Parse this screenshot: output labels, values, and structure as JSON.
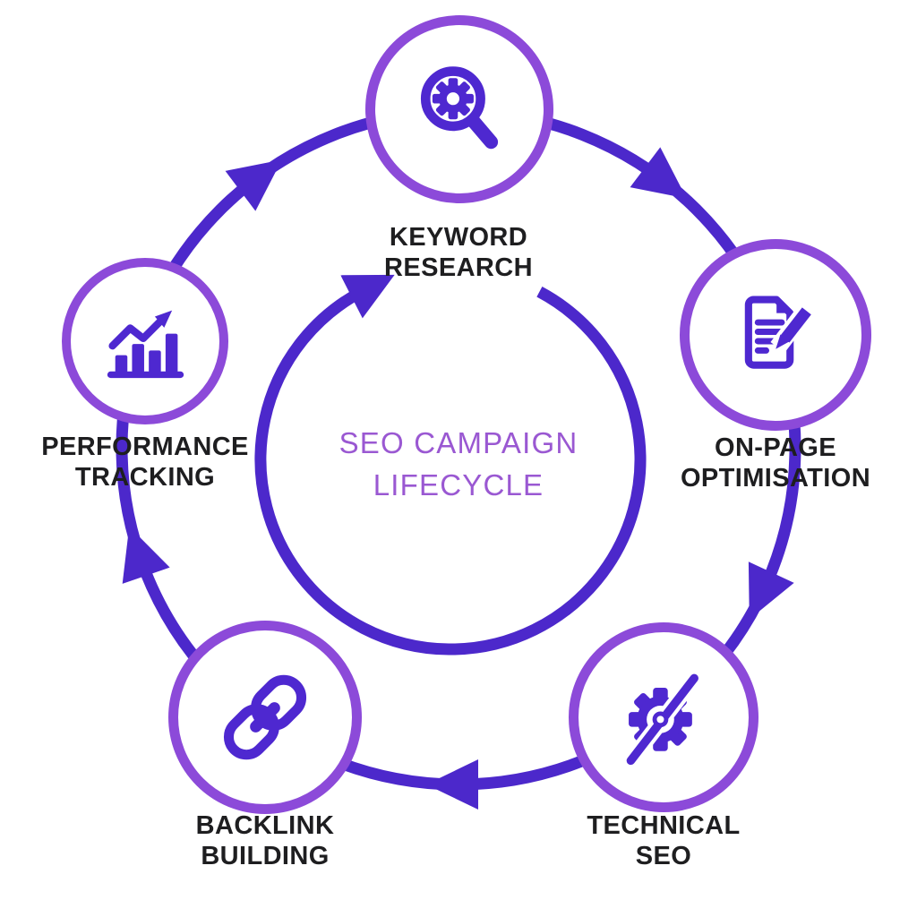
{
  "title": "SEO Campaign Lifecycle Diagram",
  "center": {
    "label": "SEO CAMPAIGN\nLIFECYCLE"
  },
  "nodes": [
    {
      "id": "keyword-research",
      "label": "KEYWORD\nRESEARCH",
      "icon": "magnifier-gear-icon"
    },
    {
      "id": "on-page-optimisation",
      "label": "ON-PAGE\nOPTIMISATION",
      "icon": "document-pencil-icon"
    },
    {
      "id": "technical-seo",
      "label": "TECHNICAL\nSEO",
      "icon": "gear-tool-icon"
    },
    {
      "id": "backlink-building",
      "label": "BACKLINK\nBUILDING",
      "icon": "chain-link-icon"
    },
    {
      "id": "performance-tracking",
      "label": "PERFORMANCE\nTRACKING",
      "icon": "bar-chart-arrow-icon"
    }
  ],
  "flow": {
    "direction": "clockwise",
    "arrow_count": 5
  },
  "colors": {
    "ring": "#8c4ad9",
    "icon": "#4e28d0",
    "arc": "#4c28cb",
    "label": "#1e1e20",
    "center_text": "#9a58d2",
    "background": "#ffffff"
  }
}
